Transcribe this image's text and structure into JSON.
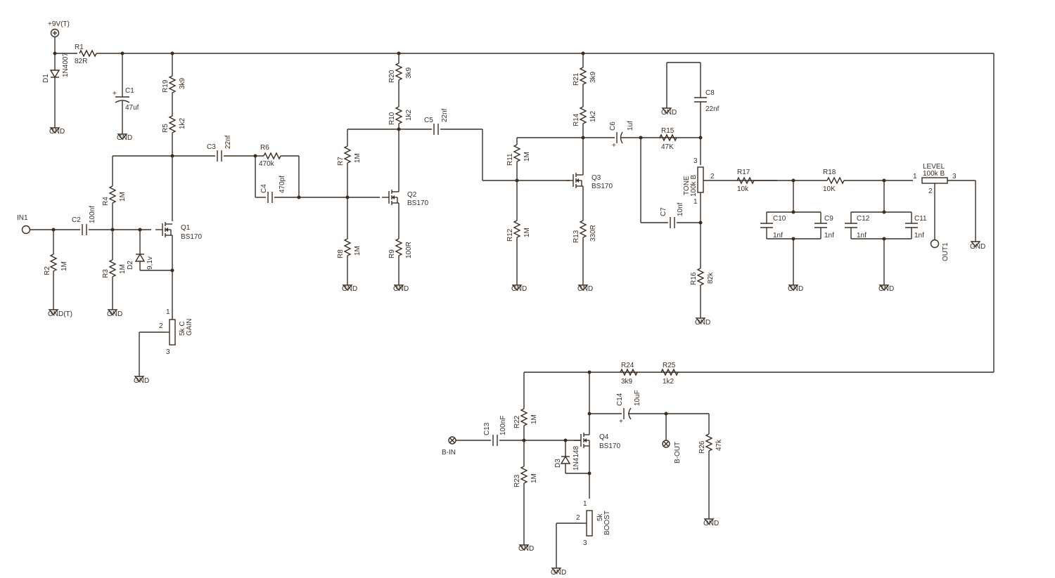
{
  "power": {
    "label": "+9V(T)"
  },
  "gnd_label": "GND",
  "gnd_t_label": "GND(T)",
  "stage1": {
    "r1": {
      "ref": "R1",
      "value": "82R"
    },
    "d1": {
      "ref": "D1",
      "value": "1N4007"
    },
    "c1": {
      "ref": "C1",
      "value": "47uf"
    },
    "r19": {
      "ref": "R19",
      "value": "3k9"
    },
    "r5": {
      "ref": "R5",
      "value": "1k2"
    },
    "c3": {
      "ref": "C3",
      "value": "22nf"
    },
    "r6": {
      "ref": "R6",
      "value": "470k"
    },
    "c4": {
      "ref": "C4",
      "value": "470pf"
    },
    "r4": {
      "ref": "R4",
      "value": "1M"
    },
    "r2": {
      "ref": "R2",
      "value": "1M"
    },
    "r3": {
      "ref": "R3",
      "value": "1M"
    },
    "c2": {
      "ref": "C2",
      "value": "100nf"
    },
    "in1": {
      "ref": "IN1"
    },
    "q1": {
      "ref": "Q1",
      "value": "BS170"
    },
    "d2": {
      "ref": "D2",
      "value": "9,1v"
    },
    "gain": {
      "value": "5k C",
      "name": "GAIN"
    }
  },
  "stage2": {
    "r20": {
      "ref": "R20",
      "value": "3k9"
    },
    "r10": {
      "ref": "R10",
      "value": "1k2"
    },
    "c5": {
      "ref": "C5",
      "value": "22nf"
    },
    "r7": {
      "ref": "R7",
      "value": "1M"
    },
    "r8": {
      "ref": "R8",
      "value": "1M"
    },
    "r9": {
      "ref": "R9",
      "value": "100R"
    },
    "q2": {
      "ref": "Q2",
      "value": "BS170"
    }
  },
  "stage3": {
    "r21": {
      "ref": "R21",
      "value": "3k9"
    },
    "r14": {
      "ref": "R14",
      "value": "1k2"
    },
    "r11": {
      "ref": "R11",
      "value": "1M"
    },
    "r12": {
      "ref": "R12",
      "value": "1M"
    },
    "r13": {
      "ref": "R13",
      "value": "330R"
    },
    "q3": {
      "ref": "Q3",
      "value": "BS170"
    },
    "c6": {
      "ref": "C6",
      "value": "1uf"
    }
  },
  "tone": {
    "c8": {
      "ref": "C8",
      "value": "22nf"
    },
    "r15": {
      "ref": "R15",
      "value": "47K"
    },
    "pot": {
      "name": "TONE",
      "value": "100k B"
    },
    "c7": {
      "ref": "C7",
      "value": "10nf"
    },
    "r16": {
      "ref": "R16",
      "value": "82k"
    },
    "pin1": "1",
    "pin2": "2",
    "pin3": "3"
  },
  "output_filter": {
    "r17": {
      "ref": "R17",
      "value": "10k"
    },
    "r18": {
      "ref": "R18",
      "value": "10K"
    },
    "c10": {
      "ref": "C10",
      "value": "1nf"
    },
    "c9": {
      "ref": "C9",
      "value": "1nf"
    },
    "c12": {
      "ref": "C12",
      "value": "1nf"
    },
    "c11": {
      "ref": "C11",
      "value": "1nf"
    },
    "level": {
      "name": "LEVEL",
      "value": "100k B"
    },
    "out1": {
      "ref": "OUT1"
    }
  },
  "booster": {
    "r24": {
      "ref": "R24",
      "value": "3k9"
    },
    "r25": {
      "ref": "R25",
      "value": "1k2"
    },
    "r22": {
      "ref": "R22",
      "value": "1M"
    },
    "r23": {
      "ref": "R23",
      "value": "1M"
    },
    "c13": {
      "ref": "C13",
      "value": "100nF"
    },
    "c14": {
      "ref": "C14",
      "value": "10uF"
    },
    "q4": {
      "ref": "Q4",
      "value": "BS170"
    },
    "d3": {
      "ref": "D3",
      "value": "1N4148"
    },
    "r26": {
      "ref": "R26",
      "value": "47k"
    },
    "b_in": {
      "ref": "B-IN"
    },
    "b_out": {
      "ref": "B-OUT"
    },
    "boost": {
      "value": "5k",
      "name": "BOOST"
    }
  }
}
